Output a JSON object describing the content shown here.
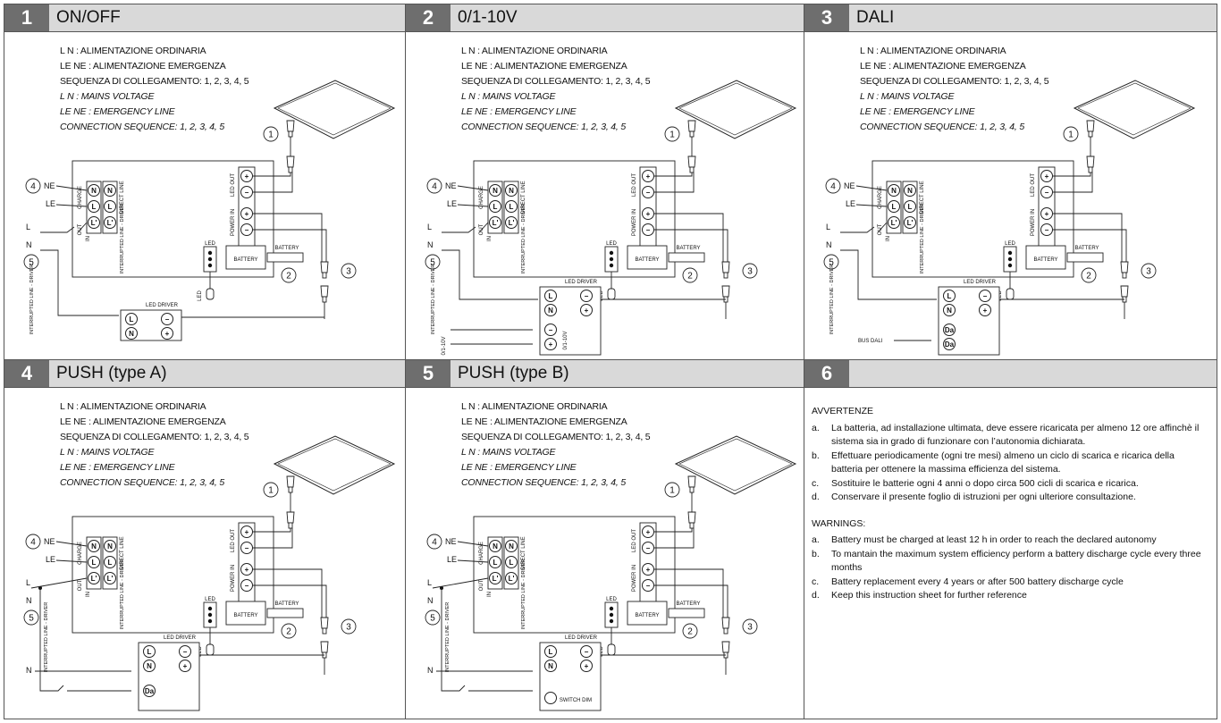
{
  "legend": {
    "ln_it": "L  N   : ALIMENTAZIONE ORDINARIA",
    "lene_it": "LE NE : ALIMENTAZIONE EMERGENZA",
    "seq_it": "SEQUENZA DI COLLEGAMENTO: 1, 2, 3, 4, 5",
    "ln_en": "L  N   : MAINS VOLTAGE",
    "lene_en": "LE NE : EMERGENCY LINE",
    "seq_en": "CONNECTION SEQUENCE: 1, 2, 3, 4, 5"
  },
  "panels": [
    {
      "num": "1",
      "title": "ON/OFF"
    },
    {
      "num": "2",
      "title": "0/1-10V"
    },
    {
      "num": "3",
      "title": "DALI"
    },
    {
      "num": "4",
      "title": "PUSH (type A)"
    },
    {
      "num": "5",
      "title": "PUSH (type B)"
    },
    {
      "num": "6",
      "title": ""
    }
  ],
  "labels": {
    "ne": "NE",
    "le": "LE",
    "l": "L",
    "n": "N",
    "charge": "CHARGE",
    "direct_line": "DIRECT LINE",
    "out": "OUT",
    "in": "IN",
    "interrupted_driver": "INTERRUPTED LINE - DRIVER",
    "led_out": "LED OUT",
    "power_in": "POWER IN",
    "led": "LED",
    "battery": "BATTERY",
    "led_driver": "LED DRIVER",
    "signal_010": "0/1-10V",
    "bus_dali": "BUS DALI",
    "switch_dim": "SWITCH DIM",
    "step1": "1",
    "step2": "2",
    "step3": "3",
    "step4": "4",
    "step5": "5",
    "t_n": "N",
    "t_l": "L",
    "t_lp": "L'",
    "t_plus": "+",
    "t_minus": "−",
    "t_da": "Da"
  },
  "warnings": {
    "it_title": "AVVERTENZE",
    "it": [
      {
        "l": "a.",
        "t": "La batteria, ad installazione ultimata, deve essere ricaricata per almeno 12 ore affinchè il sistema sia in grado di funzionare con l’autonomia dichiarata."
      },
      {
        "l": "b.",
        "t": "Effettuare periodicamente (ogni tre mesi) almeno un ciclo di scarica e ricarica della batteria per ottenere la massima efficienza del sistema."
      },
      {
        "l": "c.",
        "t": "Sostituire le batterie ogni 4 anni o dopo circa 500 cicli di scarica e ricarica."
      },
      {
        "l": "d.",
        "t": "Conservare il presente foglio di istruzioni per ogni ulteriore consultazione."
      }
    ],
    "en_title": "WARNINGS:",
    "en": [
      {
        "l": "a.",
        "t": "Battery must be charged at least 12 h in order to reach the declared autonomy"
      },
      {
        "l": "b.",
        "t": "To mantain the maximum system efficiency perform a battery discharge cycle every three months"
      },
      {
        "l": "c.",
        "t": "Battery replacement every 4 years or after 500 battery discharge cycle"
      },
      {
        "l": "d.",
        "t": "Keep this instruction sheet for further reference"
      }
    ]
  }
}
